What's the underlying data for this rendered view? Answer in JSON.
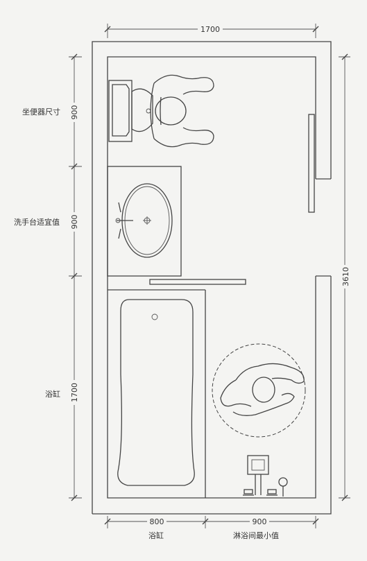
{
  "dimensions": {
    "top_width": "1700",
    "right_height": "3610",
    "left_toilet": "900",
    "left_sink": "900",
    "left_tub": "1700",
    "bottom_tub": "800",
    "bottom_shower": "900"
  },
  "labels": {
    "toilet": "坐便器尺寸",
    "sink": "洗手台适宜值",
    "tub_left": "浴缸",
    "tub_bottom": "浴缸",
    "shower_bottom": "淋浴间最小值"
  },
  "colors": {
    "line": "#444444",
    "background": "#f4f4f2"
  }
}
